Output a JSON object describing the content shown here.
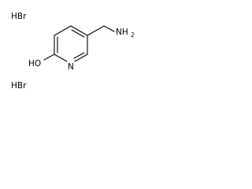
{
  "molecule": {
    "salt_labels": [
      "HBr",
      "HBr"
    ],
    "atoms": {
      "hydroxyl": "HO",
      "ring_nitrogen": "N",
      "amine_prefix": "NH",
      "amine_subscript": "2"
    }
  }
}
